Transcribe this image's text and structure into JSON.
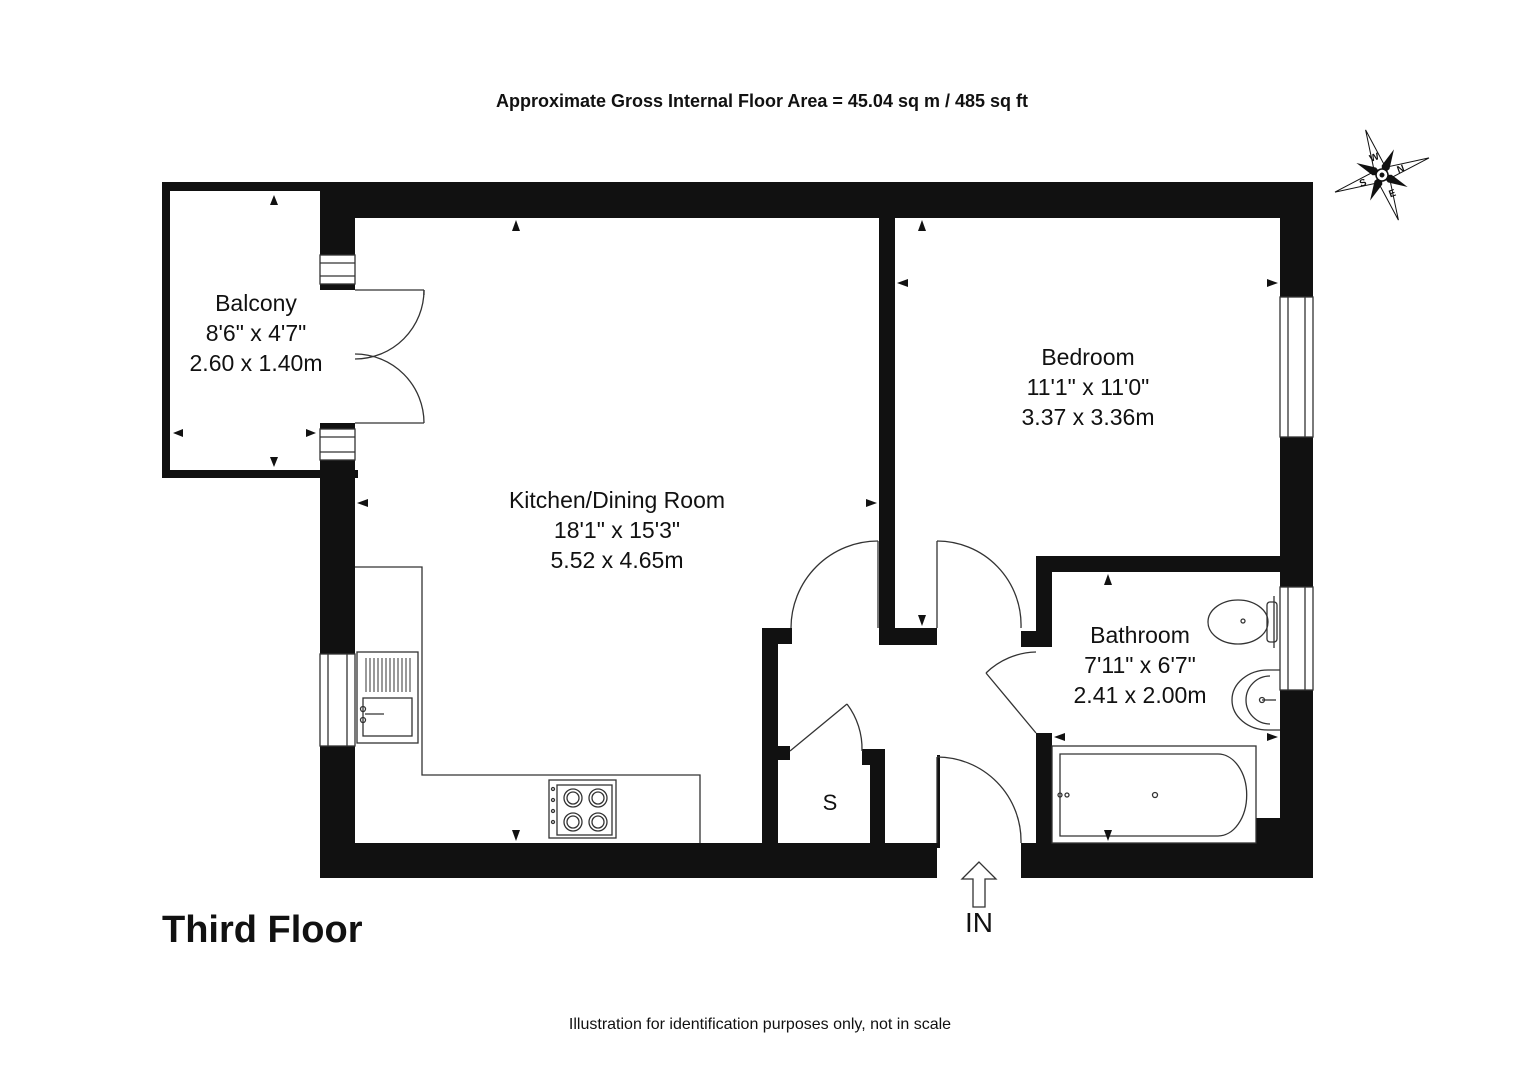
{
  "header": {
    "area_text": "Approximate Gross Internal Floor Area =  45.04 sq m / 485 sq ft"
  },
  "rooms": {
    "balcony": {
      "name": "Balcony",
      "imperial": "8'6\" x 4'7\"",
      "metric": "2.60 x 1.40m"
    },
    "bedroom": {
      "name": "Bedroom",
      "imperial": "11'1\" x 11'0\"",
      "metric": "3.37 x 3.36m"
    },
    "kitchen": {
      "name": "Kitchen/Dining Room",
      "imperial": "18'1\" x 15'3\"",
      "metric": "5.52 x 4.65m"
    },
    "bathroom": {
      "name": "Bathroom",
      "imperial": "7'11\" x 6'7\"",
      "metric": "2.41 x 2.00m"
    },
    "store": {
      "name": "S"
    }
  },
  "entrance": {
    "label": "IN"
  },
  "floor_label": "Third Floor",
  "footer": {
    "disclaimer": "Illustration for identification purposes only, not in scale"
  },
  "compass": {
    "labels": [
      "W",
      "N",
      "E",
      "S"
    ]
  },
  "colors": {
    "wall": "#111111",
    "background": "#ffffff",
    "fixture_line": "#333333"
  }
}
